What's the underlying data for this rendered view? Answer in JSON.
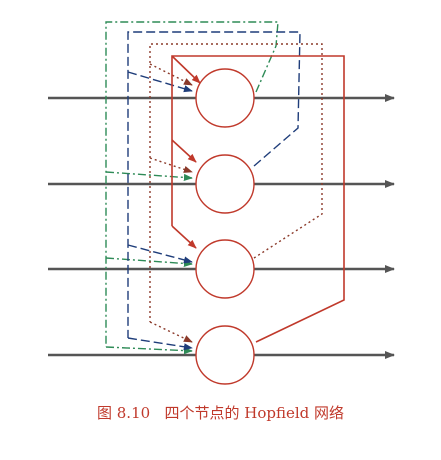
{
  "caption": {
    "label": "图 8.10",
    "text": "四个节点的 Hopfield 网络"
  },
  "network": {
    "node_count": 4,
    "colors": {
      "axis": "#555555",
      "node": "#c0392b",
      "node1_feedback": "#2e8b57",
      "node2_feedback": "#1f3d7a",
      "node3_feedback": "#8b3a2a",
      "node4_feedback": "#c0392b",
      "caption": "#c0392b"
    },
    "line_styles": {
      "node1_feedback": "dash-dot",
      "node2_feedback": "dashed",
      "node3_feedback": "dotted",
      "node4_feedback": "solid"
    }
  }
}
